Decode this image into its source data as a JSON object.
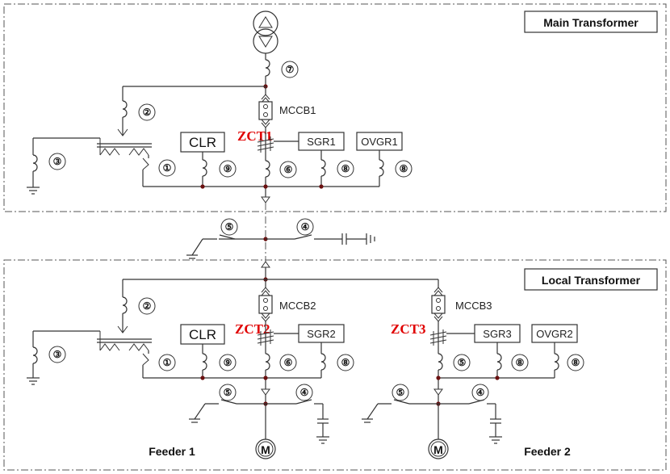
{
  "sections": {
    "main_title": "Main Transformer",
    "local_title": "Local Transformer"
  },
  "breakers": {
    "mccb1": "MCCB1",
    "mccb2": "MCCB2",
    "mccb3": "MCCB3"
  },
  "zct": {
    "zct1": "ZCT1",
    "zct2": "ZCT2",
    "zct3": "ZCT3"
  },
  "relays": {
    "clr_main": "CLR",
    "sgr1": "SGR1",
    "ovgr1": "OVGR1",
    "clr_local": "CLR",
    "sgr2": "SGR2",
    "sgr3": "SGR3",
    "ovgr2": "OVGR2"
  },
  "point_labels": {
    "p1": "①",
    "p2": "②",
    "p3": "③",
    "p4": "④",
    "p5": "⑤",
    "p6": "⑥",
    "p7": "⑦",
    "p8": "⑧",
    "p9": "⑨"
  },
  "feeders": {
    "feeder1": "Feeder  1",
    "feeder2": "Feeder  2",
    "motor_symbol": "M"
  },
  "icons": [
    "transformer-icon",
    "breaker-icon",
    "switch-icon",
    "ground-icon",
    "capacitor-icon",
    "motor-icon",
    "ct-icon"
  ]
}
